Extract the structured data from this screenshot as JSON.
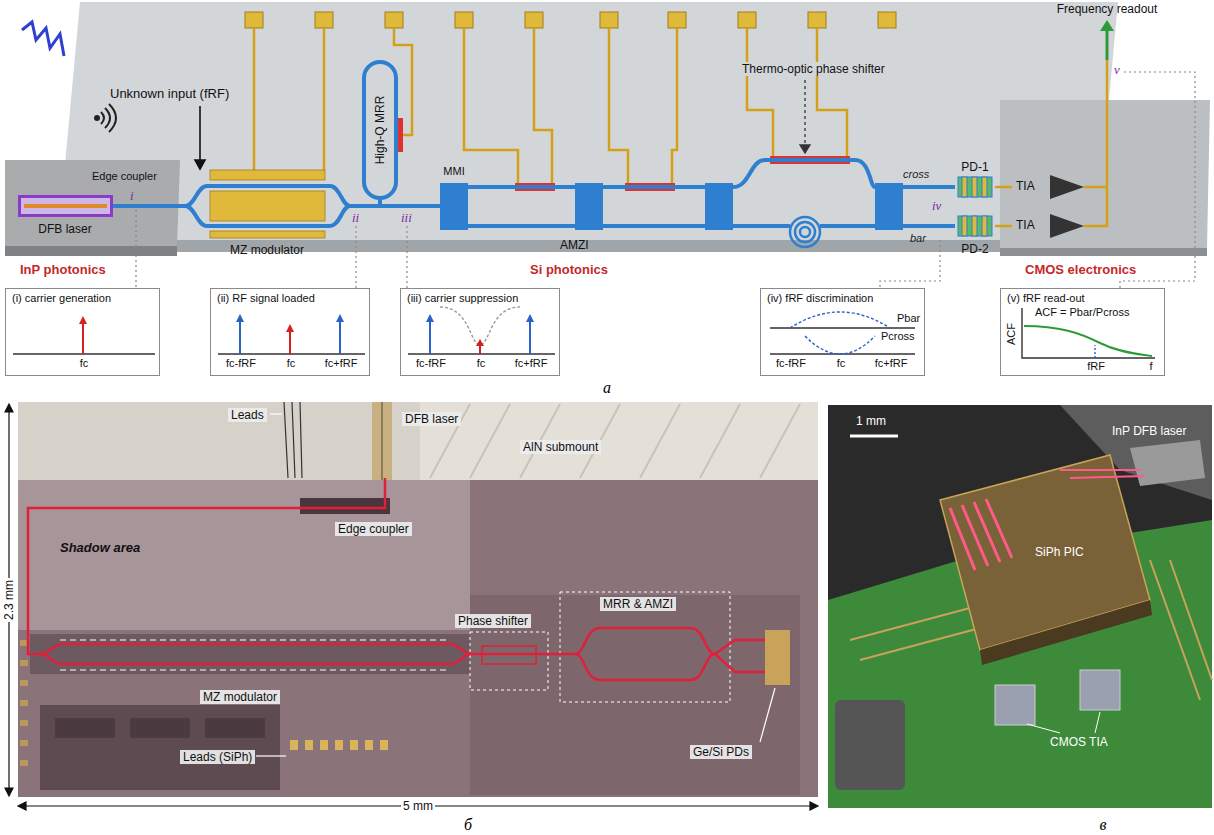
{
  "diagram": {
    "nodes": [
      {
        "text": [
          "DFB laser"
        ]
      },
      {
        "text": [
          "MZ modulator"
        ]
      },
      {
        "text": [
          "High-Q MRR"
        ]
      },
      {
        "text": [
          "AMZI"
        ]
      },
      {
        "text": [
          "PD-1"
        ]
      },
      {
        "text": [
          "PD-2"
        ]
      },
      {
        "text": [
          "TIA"
        ]
      },
      {
        "text": [
          "TIA"
        ]
      },
      {
        "text": [
          "(i) carrier generation",
          "fc"
        ]
      },
      {
        "text": [
          "(ii) RF signal loaded",
          "fc-fRF",
          "fc",
          "fc+fRF"
        ]
      },
      {
        "text": [
          "(iii) carrier suppression",
          "fc-fRF",
          "fc",
          "fc+fRF"
        ]
      },
      {
        "text": [
          "(iv) fRF discrimination",
          "Pbar",
          "Pcross",
          "fc-fRF",
          "fc",
          "fc+fRF"
        ]
      },
      {
        "text": [
          "(v) fRF read-out",
          "ACF = Pbar/Pcross",
          "ACF",
          "f",
          "fRF"
        ]
      }
    ],
    "edges": [
      {
        "from": 0,
        "to": 1,
        "arrow": "none"
      },
      {
        "from": 1,
        "to": 2,
        "arrow": "none"
      },
      {
        "from": 2,
        "to": 3,
        "arrow": "none"
      },
      {
        "from": 3,
        "to": 4,
        "arrow": "none"
      },
      {
        "from": 3,
        "to": 5,
        "arrow": "none"
      },
      {
        "from": 4,
        "to": 6,
        "arrow": "none"
      },
      {
        "from": 5,
        "to": 7,
        "arrow": "none"
      }
    ],
    "labels": [
      "Unknown input (fRF)",
      "Edge coupler",
      "i",
      "ii",
      "iii",
      "MMI",
      "Thermo-optic phase shifter",
      "cross",
      "bar",
      "iv",
      "Frequency readout",
      "v",
      "InP photonics",
      "Si photonics",
      "CMOS electronics",
      "а",
      "Leads",
      "DFB laser",
      "AlN submount",
      "Edge coupler",
      "Shadow area",
      "Phase shifter",
      "MRR & AMZI",
      "MZ modulator",
      "Leads (SiPh)",
      "Ge/Si PDs",
      "2.3 mm",
      "5 mm",
      "б",
      "1 mm",
      "InP DFB laser",
      "SiPh PIC",
      "CMOS TIA",
      "в"
    ]
  }
}
